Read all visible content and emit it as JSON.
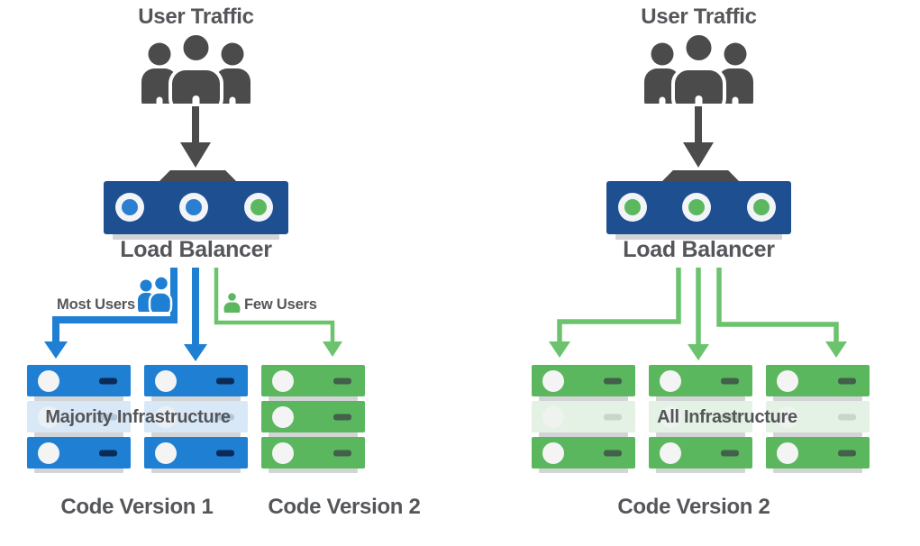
{
  "left": {
    "title": "User Traffic",
    "load_balancer": "Load Balancer",
    "most_users": "Most Users",
    "few_users": "Few Users",
    "infrastructure": "Majority Infrastructure",
    "version_left": "Code Version 1",
    "version_right": "Code Version 2"
  },
  "right": {
    "title": "User Traffic",
    "load_balancer": "Load Balancer",
    "infrastructure": "All Infrastructure",
    "version": "Code Version 2"
  },
  "lb_ports": {
    "left": [
      "blue",
      "blue",
      "green"
    ],
    "right": [
      "green",
      "green",
      "green"
    ]
  },
  "stacks": {
    "left": [
      {
        "color": "blue",
        "faded_middle": true
      },
      {
        "color": "blue",
        "faded_middle": true
      },
      {
        "color": "green",
        "faded_middle": false
      }
    ],
    "right": [
      {
        "color": "green",
        "faded_middle": true
      },
      {
        "color": "green",
        "faded_middle": true
      },
      {
        "color": "green",
        "faded_middle": true
      }
    ]
  },
  "colors": {
    "server_blue": "#1e7fd3",
    "server_green": "#5bb75e",
    "dash_blue": "#0a2b57",
    "dash_green": "#42604a",
    "faded_blue": "#d9e8f7",
    "faded_green": "#e4f1e5",
    "lb_navy": "#1d4f91",
    "port_blue": "#2b7fd0",
    "port_green": "#5cb85f",
    "arrow_blue": "#1e7fd3",
    "arrow_green": "#6cc36d",
    "people_gray": "#4b4b4b",
    "text_gray": "#54565a",
    "shadow_gray": "#d2d4d5"
  }
}
